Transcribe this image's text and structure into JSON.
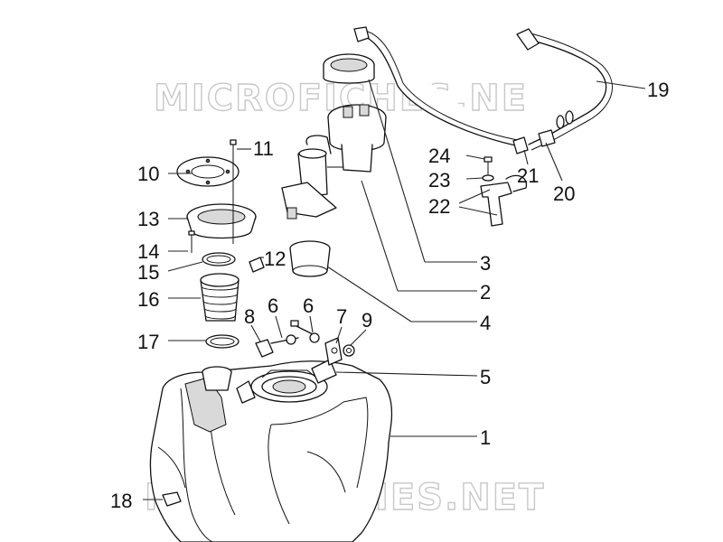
{
  "watermarks": [
    "MICROFICHES.NET",
    "MICROFICHES.NET"
  ],
  "callouts": [
    {
      "id": "1",
      "label": "1"
    },
    {
      "id": "2",
      "label": "2"
    },
    {
      "id": "3",
      "label": "3"
    },
    {
      "id": "4",
      "label": "4"
    },
    {
      "id": "5",
      "label": "5"
    },
    {
      "id": "6a",
      "label": "6"
    },
    {
      "id": "6b",
      "label": "6"
    },
    {
      "id": "7",
      "label": "7"
    },
    {
      "id": "8",
      "label": "8"
    },
    {
      "id": "9",
      "label": "9"
    },
    {
      "id": "10",
      "label": "10"
    },
    {
      "id": "11",
      "label": "11"
    },
    {
      "id": "12",
      "label": "12"
    },
    {
      "id": "13",
      "label": "13"
    },
    {
      "id": "14",
      "label": "14"
    },
    {
      "id": "15",
      "label": "15"
    },
    {
      "id": "16",
      "label": "16"
    },
    {
      "id": "17",
      "label": "17"
    },
    {
      "id": "18",
      "label": "18"
    },
    {
      "id": "19",
      "label": "19"
    },
    {
      "id": "20",
      "label": "20"
    },
    {
      "id": "21",
      "label": "21"
    },
    {
      "id": "22",
      "label": "22"
    },
    {
      "id": "23",
      "label": "23"
    },
    {
      "id": "24",
      "label": "24"
    }
  ]
}
